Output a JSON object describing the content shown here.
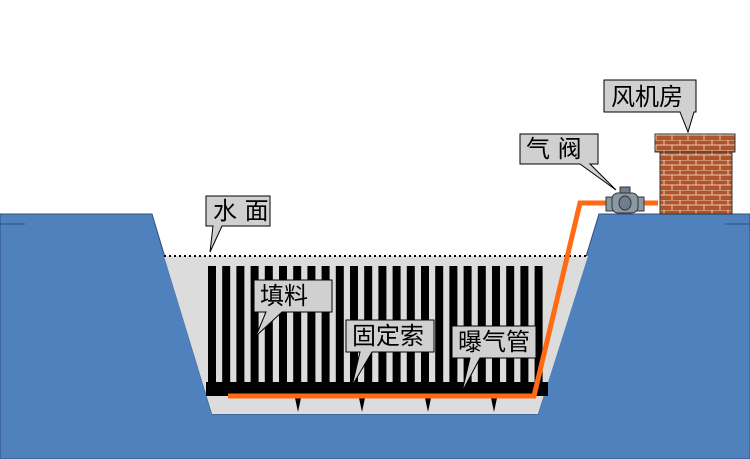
{
  "labels": {
    "water_surface": "水 面",
    "filler": "填料",
    "fixing_cable": "固定索",
    "aeration_pipe": "曝气管",
    "air_valve": "气 阀",
    "blower_room": "风机房"
  },
  "colors": {
    "ground": "#4f81bd",
    "tank_fill": "#dcdcdc",
    "filler_strip": "#000000",
    "pipe": "#ff6a13",
    "brick": "#b0542c",
    "callout": "#d0d0d0"
  }
}
